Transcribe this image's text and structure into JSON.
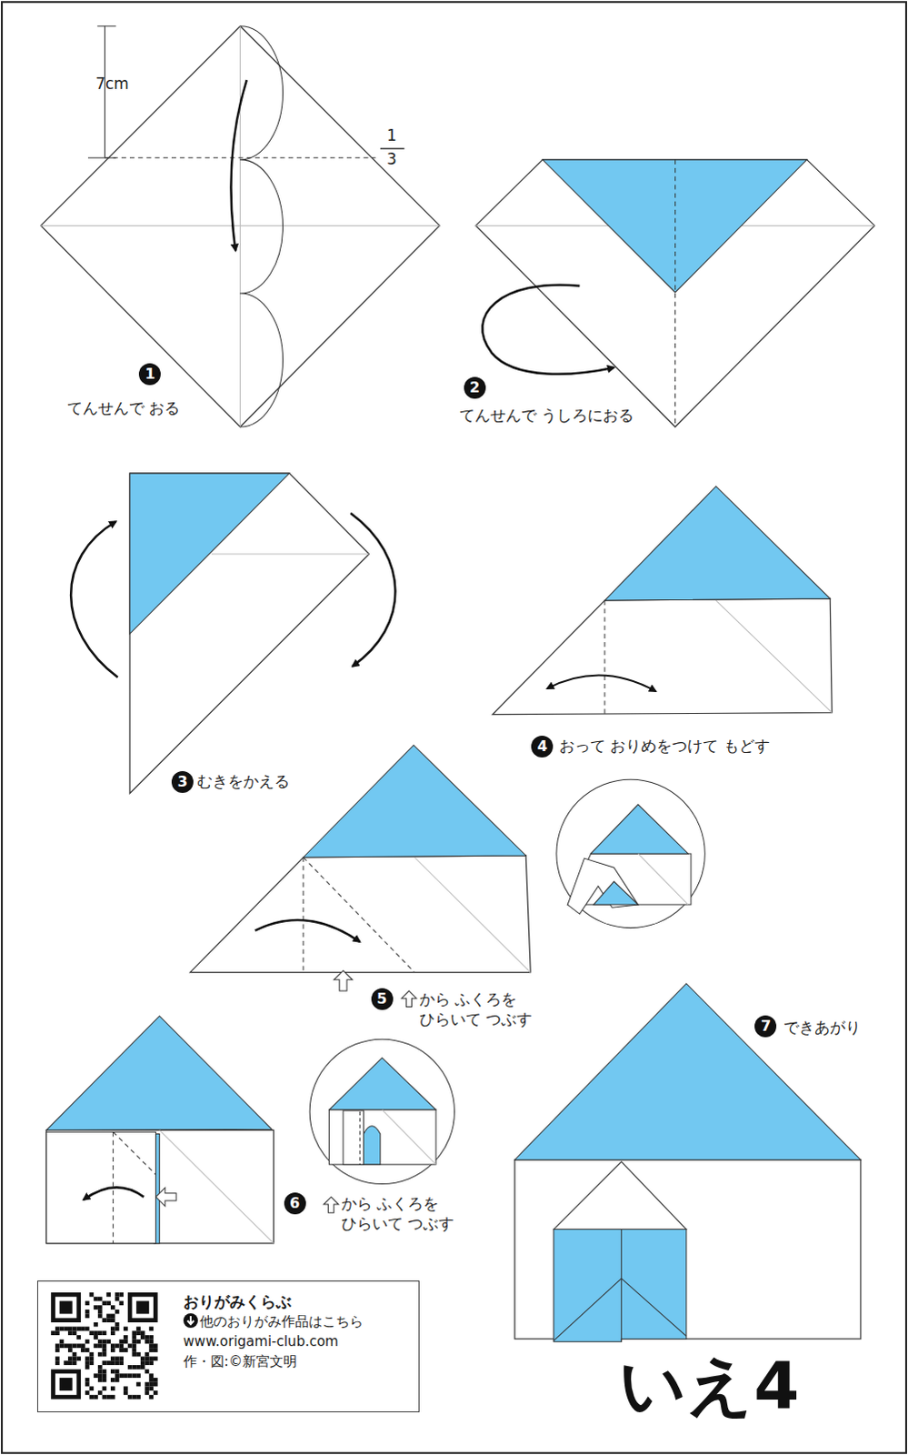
{
  "diagram": {
    "title": "いえ4",
    "nodes": [
      {
        "text": [
          "おりがみくらぶ",
          "他のおりがみ作品はこちら",
          "www.origami-club.com",
          "作・図:©新宮文明"
        ]
      }
    ],
    "labels": [
      "7cm",
      "1",
      "3",
      "1",
      "てんせんで おる",
      "2",
      "てんせんで うしろにおる",
      "3",
      "むきをかえる",
      "4",
      "おって おりめをつけて もどす",
      "5",
      "から ふくろを ひらいて つぶす",
      "6",
      "から ふくろを ひらいて つぶす",
      "7",
      "できあがり"
    ]
  }
}
